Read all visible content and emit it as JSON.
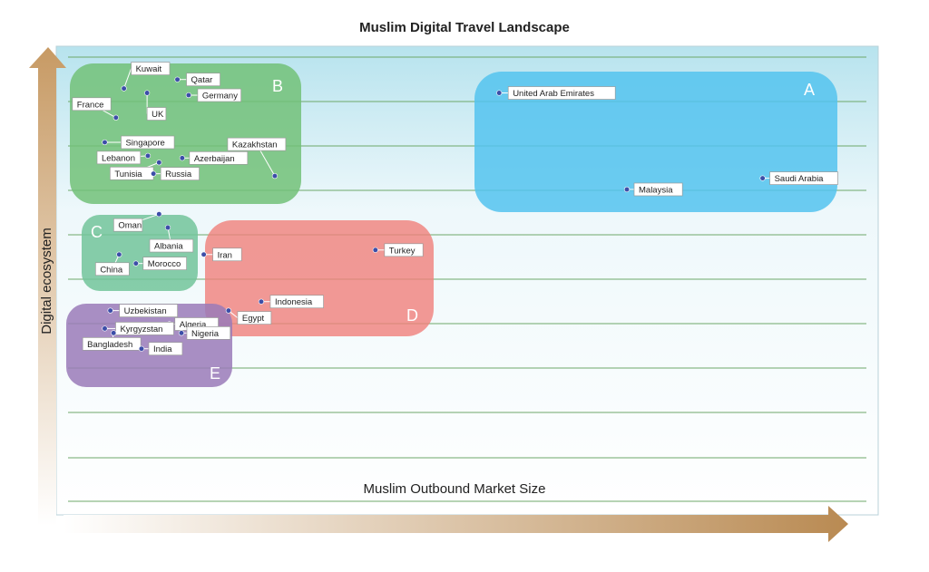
{
  "chart_data": {
    "type": "scatter",
    "title": "Muslim Digital Travel Landscape",
    "xlabel": "Muslim Outbound Market Size",
    "ylabel": "Digital ecosystem",
    "grid": true,
    "clusters": [
      {
        "label": "A",
        "color": "#53c3ee"
      },
      {
        "label": "B",
        "color": "#72c178"
      },
      {
        "label": "C",
        "color": "#72c49a"
      },
      {
        "label": "D",
        "color": "#f07f7a"
      },
      {
        "label": "E",
        "color": "#9a7ab8"
      }
    ],
    "points": [
      {
        "name": "United Arab Emirates",
        "cluster": "A",
        "x": 0.54,
        "y": 0.91
      },
      {
        "name": "Saudi Arabia",
        "cluster": "A",
        "x": 0.87,
        "y": 0.72
      },
      {
        "name": "Malaysia",
        "cluster": "A",
        "x": 0.7,
        "y": 0.695
      },
      {
        "name": "Kuwait",
        "cluster": "B",
        "x": 0.07,
        "y": 0.92
      },
      {
        "name": "Qatar",
        "cluster": "B",
        "x": 0.137,
        "y": 0.94
      },
      {
        "name": "France",
        "cluster": "B",
        "x": 0.06,
        "y": 0.855
      },
      {
        "name": "UK",
        "cluster": "B",
        "x": 0.099,
        "y": 0.91
      },
      {
        "name": "Germany",
        "cluster": "B",
        "x": 0.151,
        "y": 0.905
      },
      {
        "name": "Kazakhstan",
        "cluster": "B",
        "x": 0.259,
        "y": 0.725
      },
      {
        "name": "Singapore",
        "cluster": "B",
        "x": 0.046,
        "y": 0.8
      },
      {
        "name": "Lebanon",
        "cluster": "B",
        "x": 0.1,
        "y": 0.77
      },
      {
        "name": "Azerbaijan",
        "cluster": "B",
        "x": 0.143,
        "y": 0.765
      },
      {
        "name": "Tunisia",
        "cluster": "B",
        "x": 0.114,
        "y": 0.755
      },
      {
        "name": "Russia",
        "cluster": "B",
        "x": 0.107,
        "y": 0.73
      },
      {
        "name": "Oman",
        "cluster": "C",
        "x": 0.114,
        "y": 0.64
      },
      {
        "name": "Albania",
        "cluster": "C",
        "x": 0.125,
        "y": 0.61
      },
      {
        "name": "China",
        "cluster": "C",
        "x": 0.064,
        "y": 0.55
      },
      {
        "name": "Morocco",
        "cluster": "C",
        "x": 0.085,
        "y": 0.53
      },
      {
        "name": "Iran",
        "cluster": "D",
        "x": 0.17,
        "y": 0.55
      },
      {
        "name": "Turkey",
        "cluster": "D",
        "x": 0.385,
        "y": 0.56
      },
      {
        "name": "Indonesia",
        "cluster": "D",
        "x": 0.242,
        "y": 0.445
      },
      {
        "name": "Egypt",
        "cluster": "D",
        "x": 0.201,
        "y": 0.425
      },
      {
        "name": "Uzbekistan",
        "cluster": "E",
        "x": 0.053,
        "y": 0.425
      },
      {
        "name": "Algeria",
        "cluster": "E",
        "x": 0.127,
        "y": 0.395
      },
      {
        "name": "Kyrgyzstan",
        "cluster": "E",
        "x": 0.046,
        "y": 0.385
      },
      {
        "name": "Nigeria",
        "cluster": "E",
        "x": 0.142,
        "y": 0.375
      },
      {
        "name": "Bangladesh",
        "cluster": "E",
        "x": 0.057,
        "y": 0.375
      },
      {
        "name": "India",
        "cluster": "E",
        "x": 0.092,
        "y": 0.34
      }
    ]
  }
}
